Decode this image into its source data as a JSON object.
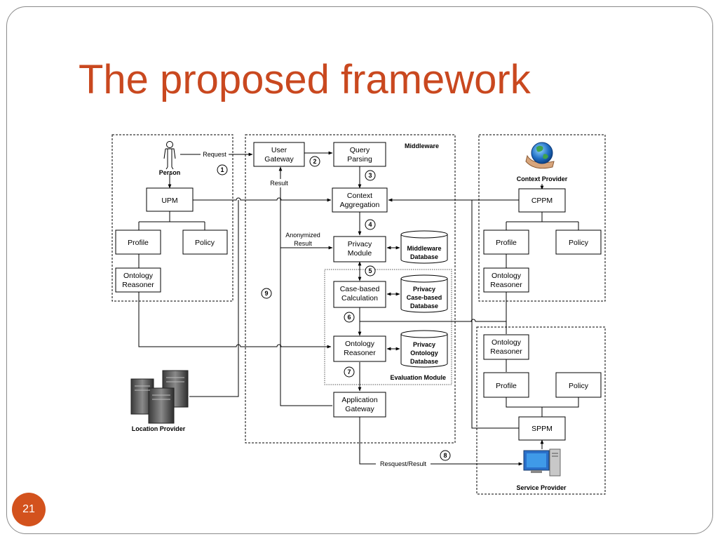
{
  "slide": {
    "title": "The proposed framework",
    "number": "21"
  },
  "diagram": {
    "groups": {
      "middleware": "Middleware",
      "evaluation_module": "Evaluation Module"
    },
    "actors": {
      "person": "Person",
      "context_provider": "Context Provider",
      "location_provider": "Location Provider",
      "service_provider": "Service Provider"
    },
    "nodes": {
      "user_gateway": [
        "User",
        "Gateway"
      ],
      "query_parsing": [
        "Query",
        "Parsing"
      ],
      "context_aggregation": [
        "Context",
        "Aggregation"
      ],
      "privacy_module": [
        "Privacy",
        "Module"
      ],
      "case_based_calculation": [
        "Case-based",
        "Calculation"
      ],
      "ontology_reasoner_mid": [
        "Ontology",
        "Reasoner"
      ],
      "application_gateway": [
        "Application",
        "Gateway"
      ],
      "upm": "UPM",
      "profile_left": "Profile",
      "policy_left": "Policy",
      "ontology_reasoner_left": [
        "Ontology",
        "Reasoner"
      ],
      "cppm": "CPPM",
      "profile_cp": "Profile",
      "policy_cp": "Policy",
      "ontology_reasoner_cp": [
        "Ontology",
        "Reasoner"
      ],
      "ontology_reasoner_sp": [
        "Ontology",
        "Reasoner"
      ],
      "profile_sp": "Profile",
      "policy_sp": "Policy",
      "sppm": "SPPM"
    },
    "databases": {
      "middleware_db": [
        "Middleware",
        "Database"
      ],
      "privacy_case_db": [
        "Privacy",
        "Case-based",
        "Database"
      ],
      "privacy_ontology_db": [
        "Privacy",
        "Ontology",
        "Database"
      ]
    },
    "edge_labels": {
      "request": "Request",
      "result": "Result",
      "anonymized_result": [
        "Anonymized",
        "Result"
      ],
      "request_result": "Resquest/Result"
    },
    "steps": [
      "1",
      "2",
      "3",
      "4",
      "5",
      "6",
      "7",
      "8",
      "9"
    ]
  }
}
